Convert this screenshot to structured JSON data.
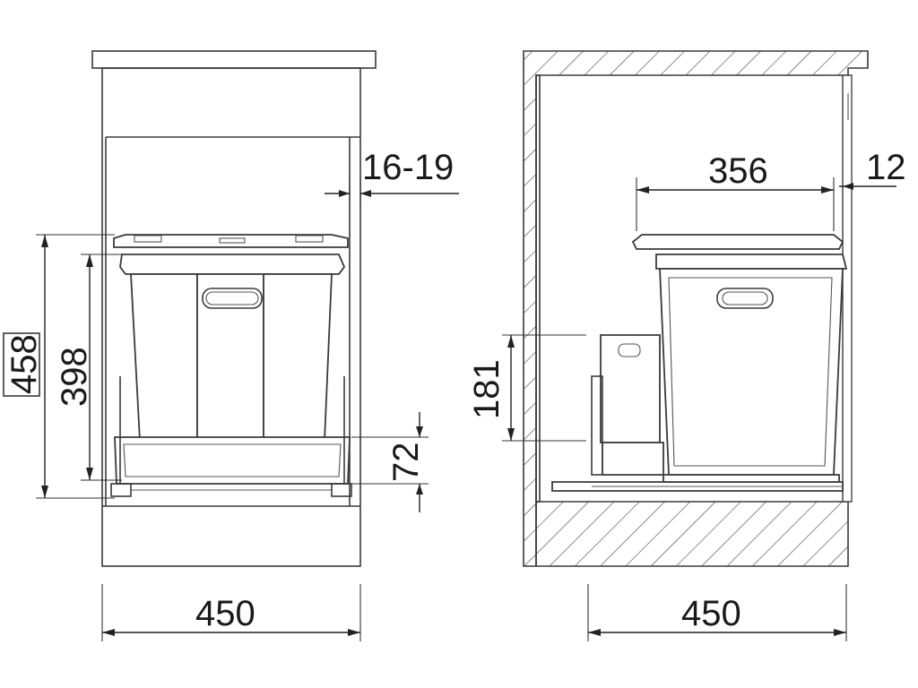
{
  "front_view": {
    "dim_top_gap": "16-19",
    "dim_total_height": "458",
    "dim_bin_height": "398",
    "dim_frame_height": "72",
    "dim_width": "450"
  },
  "side_view": {
    "dim_bin_depth": "356",
    "dim_back_gap": "12",
    "dim_small_bin_height": "181",
    "dim_width": "450"
  }
}
